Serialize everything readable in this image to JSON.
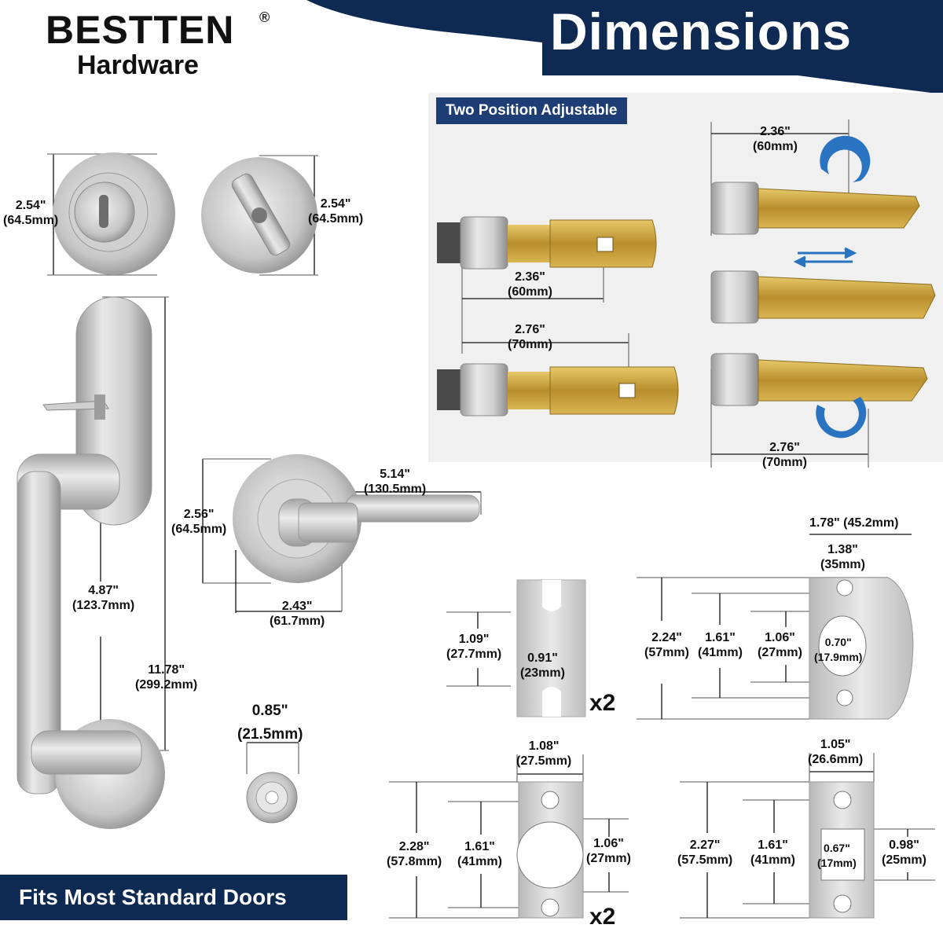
{
  "brand": {
    "name": "BESTTEN",
    "registered": "®",
    "sub": "Hardware"
  },
  "title": "Dimensions",
  "panel_badge": "Two Position Adjustable",
  "footer_banner": "Fits Most Standard Doors",
  "deadbolt": {
    "front_in": "2.54\"",
    "front_mm": "(64.5mm)",
    "back_in": "2.54\"",
    "back_mm": "(64.5mm)"
  },
  "handle": {
    "spacing_in": "4.87\"",
    "spacing_mm": "(123.7mm)",
    "height_in": "11.78\"",
    "height_mm": "(299.2mm)"
  },
  "lever": {
    "length_in": "5.14\"",
    "length_mm": "(130.5mm)",
    "rose_in": "2.56\"",
    "rose_mm": "(64.5mm)",
    "proj_in": "2.43\"",
    "proj_mm": "(61.7mm)"
  },
  "cap": {
    "in": "0.85\"",
    "mm": "(21.5mm)"
  },
  "latch": {
    "short_in": "2.36\"",
    "short_mm": "(60mm)",
    "long_in": "2.76\"",
    "long_mm": "(70mm)",
    "right_top_in": "2.36\"",
    "right_top_mm": "(60mm)",
    "right_bottom_in": "2.76\"",
    "right_bottom_mm": "(70mm)"
  },
  "shim": {
    "h_in": "1.09\"",
    "h_mm": "(27.7mm)",
    "w_in": "0.91\"",
    "w_mm": "(23mm)",
    "qty": "x2"
  },
  "latch_face": {
    "w1_in": "1.78\" (45.2mm)",
    "w2_in": "1.38\"",
    "w2_mm": "(35mm)",
    "h1_in": "2.24\"",
    "h1_mm": "(57mm)",
    "h2_in": "1.61\"",
    "h2_mm": "(41mm)",
    "h3_in": "1.06\"",
    "h3_mm": "(27mm)",
    "hole_in": "0.70\"",
    "hole_mm": "(17.9mm)"
  },
  "strike_a": {
    "w_in": "1.08\"",
    "w_mm": "(27.5mm)",
    "h1_in": "2.28\"",
    "h1_mm": "(57.8mm)",
    "h2_in": "1.61\"",
    "h2_mm": "(41mm)",
    "h3_in": "1.06\"",
    "h3_mm": "(27mm)",
    "qty": "x2"
  },
  "strike_b": {
    "w_in": "1.05\"",
    "w_mm": "(26.6mm)",
    "h1_in": "2.27\"",
    "h1_mm": "(57.5mm)",
    "h2_in": "1.61\"",
    "h2_mm": "(41mm)",
    "h3_in": "0.67\"",
    "h3_mm": "(17mm)",
    "h4_in": "0.98\"",
    "h4_mm": "(25mm)"
  },
  "colors": {
    "navy": "#1e3d74",
    "dark_navy": "#0f2a52",
    "brass": "#c9a43a",
    "steel": "#c4c4c4",
    "arrow_blue": "#2a73c0"
  }
}
